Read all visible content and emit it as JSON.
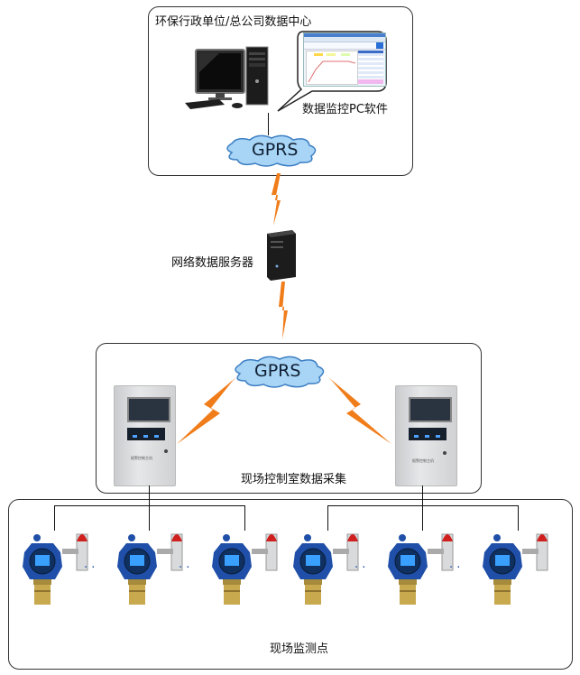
{
  "diagram": {
    "top_box": {
      "title": "环保行政单位/总公司数据中心",
      "software_label": "数据监控PC软件",
      "cloud_label": "GPRS"
    },
    "server": {
      "label": "网络数据服务器"
    },
    "control_room": {
      "cloud_label": "GPRS",
      "label": "现场控制室数据采集",
      "controllers": [
        {
          "name": "controller-left",
          "panel_text": "报警控制主机"
        },
        {
          "name": "controller-right",
          "panel_text": "报警控制主机"
        }
      ]
    },
    "field": {
      "label": "现场监测点",
      "groups": [
        {
          "detectors": 3
        },
        {
          "detectors": 3
        }
      ],
      "ellipsis": "· ·"
    },
    "colors": {
      "lightning": "#f07d1a",
      "cloud_fill": "#a8d4f5",
      "cloud_stroke": "#3d7fc4",
      "detector_blue": "#1f4fa8",
      "lcd": "#3aa0ff",
      "beacon_red": "#d0201e",
      "brass": "#c9a94e"
    }
  }
}
